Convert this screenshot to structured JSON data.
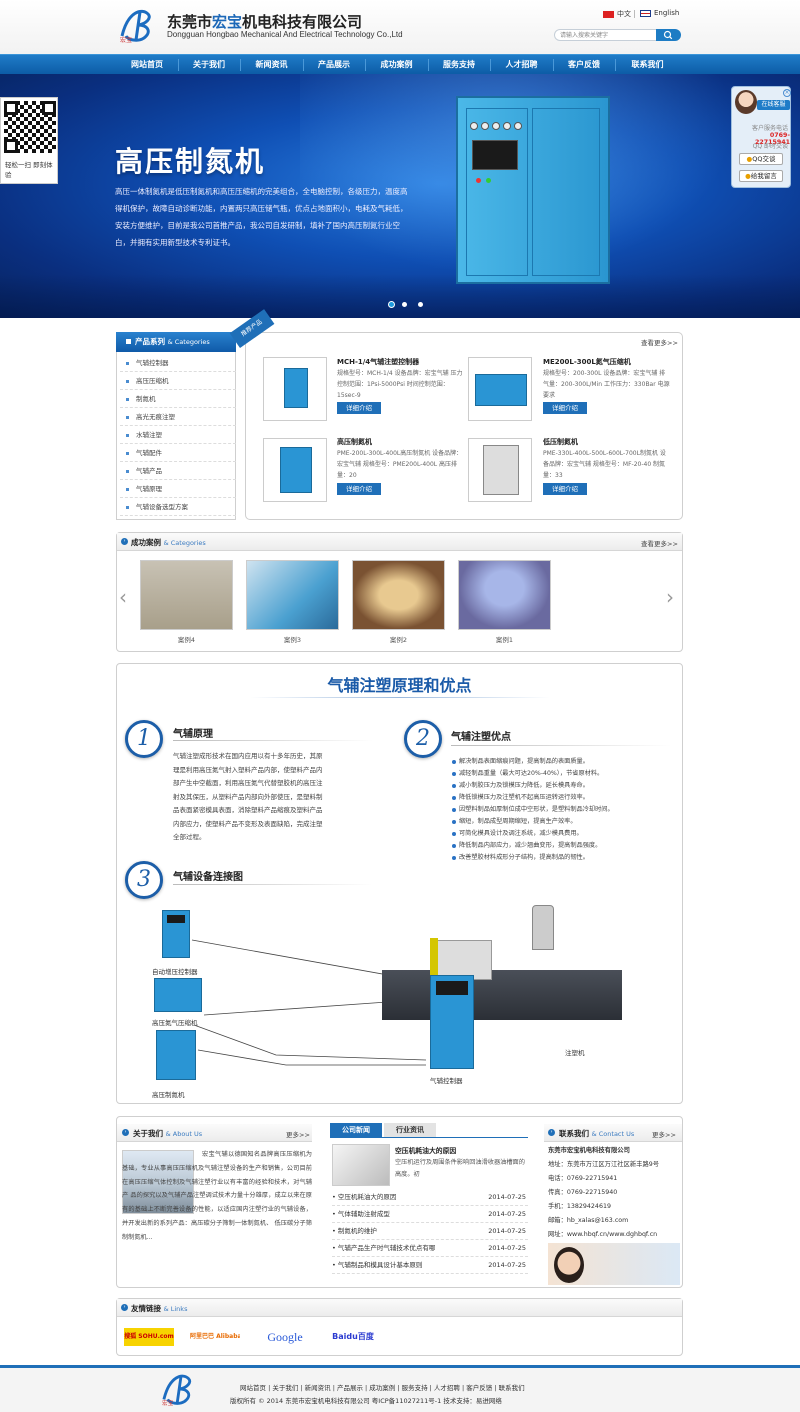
{
  "header": {
    "company_cn_prefix": "东莞市",
    "company_cn_highlight": "宏宝",
    "company_cn_suffix": "机电科技有限公司",
    "company_en": "Dongguan Hongbao Mechanical And Electrical Technology Co.,Ltd",
    "logo_text": "宏宝",
    "lang_cn": "中文",
    "lang_en": "English",
    "search_placeholder": "请输入搜索关键字"
  },
  "nav": [
    "网站首页",
    "关于我们",
    "新闻资讯",
    "产品展示",
    "成功案例",
    "服务支持",
    "人才招聘",
    "客户反馈",
    "联系我们"
  ],
  "banner": {
    "title": "高压制氮机",
    "desc": "高压一体制氮机是低压制氮机和高压压缩机的完美组合，全电脑控制，各级压力，温度高得机保护，故障自动诊断功能，内置两只高压储气瓶，优点占地面积小，电耗及气耗低，安装方便维护，目前是我公司首推产品，我公司自发研制，填补了国内高压制氮行业空白，并拥有实用新型技术专利证书。",
    "qr_caption": "轻松一扫 即刻体验"
  },
  "qq_panel": {
    "title": "在线客服",
    "phone_label": "客户服务电话",
    "phone": "0769-22715941",
    "qq_label": "QQ 即时交谈",
    "qq_button": "QQ交谈",
    "msg_button": "给我留言"
  },
  "categories": {
    "title": "产品系列",
    "title_en": "& Categories",
    "items": [
      "气辅控制器",
      "高压压缩机",
      "制氮机",
      "高光无痕注塑",
      "水辅注塑",
      "气辅配件",
      "气辅产品",
      "气辅原理",
      "气辅设备选型方案"
    ]
  },
  "products": {
    "ribbon": "推荐产品",
    "more": "查看更多>>",
    "items": [
      {
        "title": "MCH-1/4气辅注塑控制器",
        "desc": "规格型号：MCH-1/4 设备品牌：宏宝气辅 压力控制范围：1Psi-5000Psi 时间控制范围：15sec-9",
        "button": "详细介绍"
      },
      {
        "title": "ME200L-300L氮气压缩机",
        "desc": "规格型号：200-300L 设备品牌：宏宝气辅 排气量：200-300L/Min 工作压力：330Bar 电源要求",
        "button": "详细介绍"
      },
      {
        "title": "高压制氮机",
        "desc": "PME-200L-300L-400L高压制氮机 设备品牌：宏宝气辅 规格型号：PME200L-400L 高压排量：20",
        "button": "详细介绍"
      },
      {
        "title": "低压制氮机",
        "desc": "PME-330L-400L-500L-600L-700L制氮机 设备品牌：宏宝气辅 规格型号：MF-20-40 制氮量：33",
        "button": "详细介绍"
      }
    ]
  },
  "cases": {
    "title": "成功案例",
    "title_en": "& Categories",
    "more": "查看更多>>",
    "items": [
      "案例4",
      "案例3",
      "案例2",
      "案例1"
    ]
  },
  "principle": {
    "heading": "气辅注塑原理和优点",
    "s1_num": "1",
    "s1_title": "气辅原理",
    "s1_text": "气辅注塑成形技术在国内应用以有十多年历史，其原理是利用高压氮气射入塑料产品内部，使塑料产品内部产生中空截面，利用高压氮气代替塑胶机的高压注射及其保压，从塑料产品内部向外部使压，是塑料制品表面紧密模具表面，消除塑料产品缩痕及塑料产品内部应力，使塑料产品不变形及表面缺陷，完成注塑全部过程。",
    "s2_num": "2",
    "s2_title": "气辅注塑优点",
    "s2_list": [
      "解决制品表面缩痕问题，提高制品的表面质量。",
      "减轻制品重量（最大可达20%-40%），节省原材料。",
      "减小制胶压力及锁模压力降低，延长模具寿命。",
      "降低锁模压力及注塑机不起高压运转运行效率。",
      "因塑料制品如厚制位成中空形状，是塑料制品冷却时间。",
      "缩短，制品成型周期缩短，提高生产效率。",
      "可简化模具设计及调注系统，减少模具费用。",
      "降低制品内部应力，减少翘曲变形，提高制品强度。",
      "改善塑胶材料成形分子结构，提高制品的韧性。"
    ],
    "s3_num": "3",
    "s3_title": "气辅设备连接图",
    "labels": {
      "controller": "自动增压控制器",
      "compressor": "高压氮气压缩机",
      "nitrogen": "高压制氮机",
      "gas_controller": "气辅控制器",
      "injection": "注塑机"
    }
  },
  "about": {
    "title": "关于我们",
    "title_en": "& About Us",
    "more": "更多>>",
    "text": "宏宝气辅以德国知名品牌高压压缩机为基础，专业从事高压压缩机及气辅注塑设备的生产和销售，公司目前在高压压缩气体控制及气辅注塑行业以有丰富的经验和技术，对气辅产 品的探究以及气辅产品注塑调试技术力量十分雄厚，成立以来在原有的基础上不断完善设备的性能，以适应国内注塑行业的气辅设备，并开发出新的系列产品：高压碳分子筛制一体制氮机、 低压碳分子筛制制氮机..."
  },
  "news": {
    "tab1": "公司新闻",
    "tab2": "行业资讯",
    "feature_title": "空压机耗油大的原因",
    "feature_text": "空压机运行及周围条件影响回油滑收器油槽面的高度。初",
    "items": [
      {
        "title": "空压机耗油大的原因",
        "date": "2014-07-25"
      },
      {
        "title": "气体辅助注射成型",
        "date": "2014-07-25"
      },
      {
        "title": "制氮机的维护",
        "date": "2014-07-25"
      },
      {
        "title": "气辅产品生产时气辅技术优点有哪",
        "date": "2014-07-25"
      },
      {
        "title": "气辅制品和模具设计基本原则",
        "date": "2014-07-25"
      }
    ]
  },
  "contact": {
    "title": "联系我们",
    "title_en": "& Contact Us",
    "more": "更多>>",
    "company": "东莞市宏宝机电科技有限公司",
    "rows": [
      "地址：东莞市万江区万江社区新丰路9号",
      "电话：0769-22715941",
      "传真：0769-22715940",
      "手机：13829424619",
      "邮箱：hb_xalas@163.com",
      "网址：www.hbqf.cn/www.dghbqf.cn"
    ]
  },
  "links": {
    "title": "友情链接",
    "title_en": "& Links",
    "items": [
      "搜狐 SOHU.com",
      "阿里巴巴 Alibaba.com",
      "Google",
      "Baidu百度"
    ]
  },
  "footer": {
    "nav": "网站首页 | 关于我们 | 新闻资讯 | 产品展示 | 成功案例 | 服务支持 | 人才招聘 | 客户反馈 | 联系我们",
    "copyright": "版权所有 © 2014 东莞市宏宝机电科技有限公司  粤ICP备11027211号-1  技术支持：易进网络",
    "logo_text": "宏宝"
  },
  "colors": {
    "brand_blue": "#1f6fb8",
    "nav_blue": "#0d5ca6",
    "accent": "#1c5ea8"
  }
}
